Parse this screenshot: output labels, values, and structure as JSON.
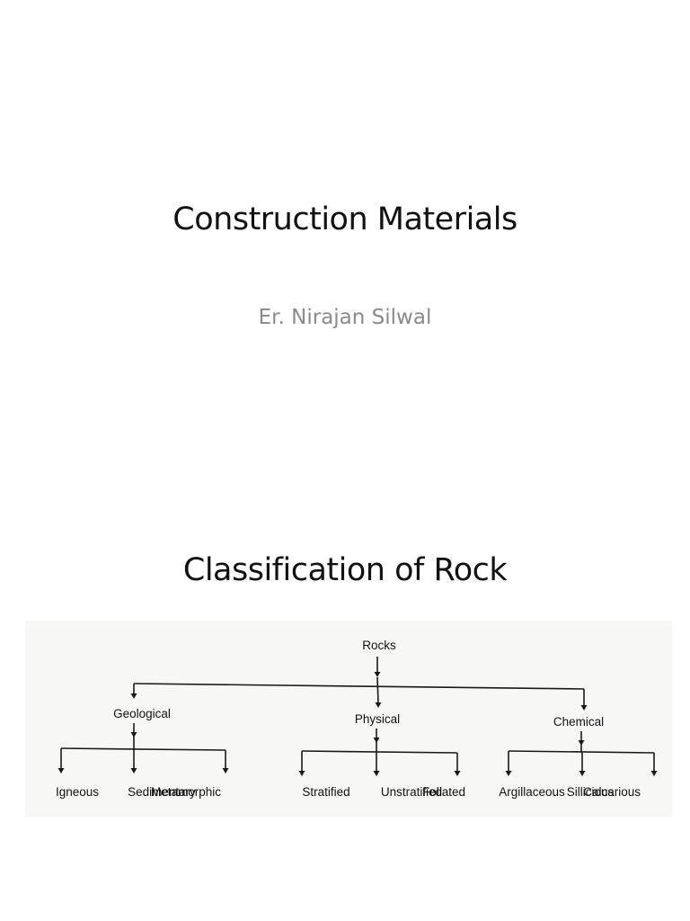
{
  "slides": [
    {
      "title": "Construction Materials",
      "subtitle": "Er. Nirajan Silwal"
    },
    {
      "title": "Classification of Rock",
      "diagram": {
        "root": "Rocks",
        "branches": [
          {
            "label": "Geological",
            "children": [
              "Igneous",
              "Sedimentary",
              "Metamorphic"
            ]
          },
          {
            "label": "Physical",
            "children": [
              "Stratified",
              "Unstratified",
              "Foliated"
            ]
          },
          {
            "label": "Chemical",
            "children": [
              "Argillaceous",
              "Sillicious",
              "Calcarious"
            ]
          }
        ]
      }
    }
  ]
}
